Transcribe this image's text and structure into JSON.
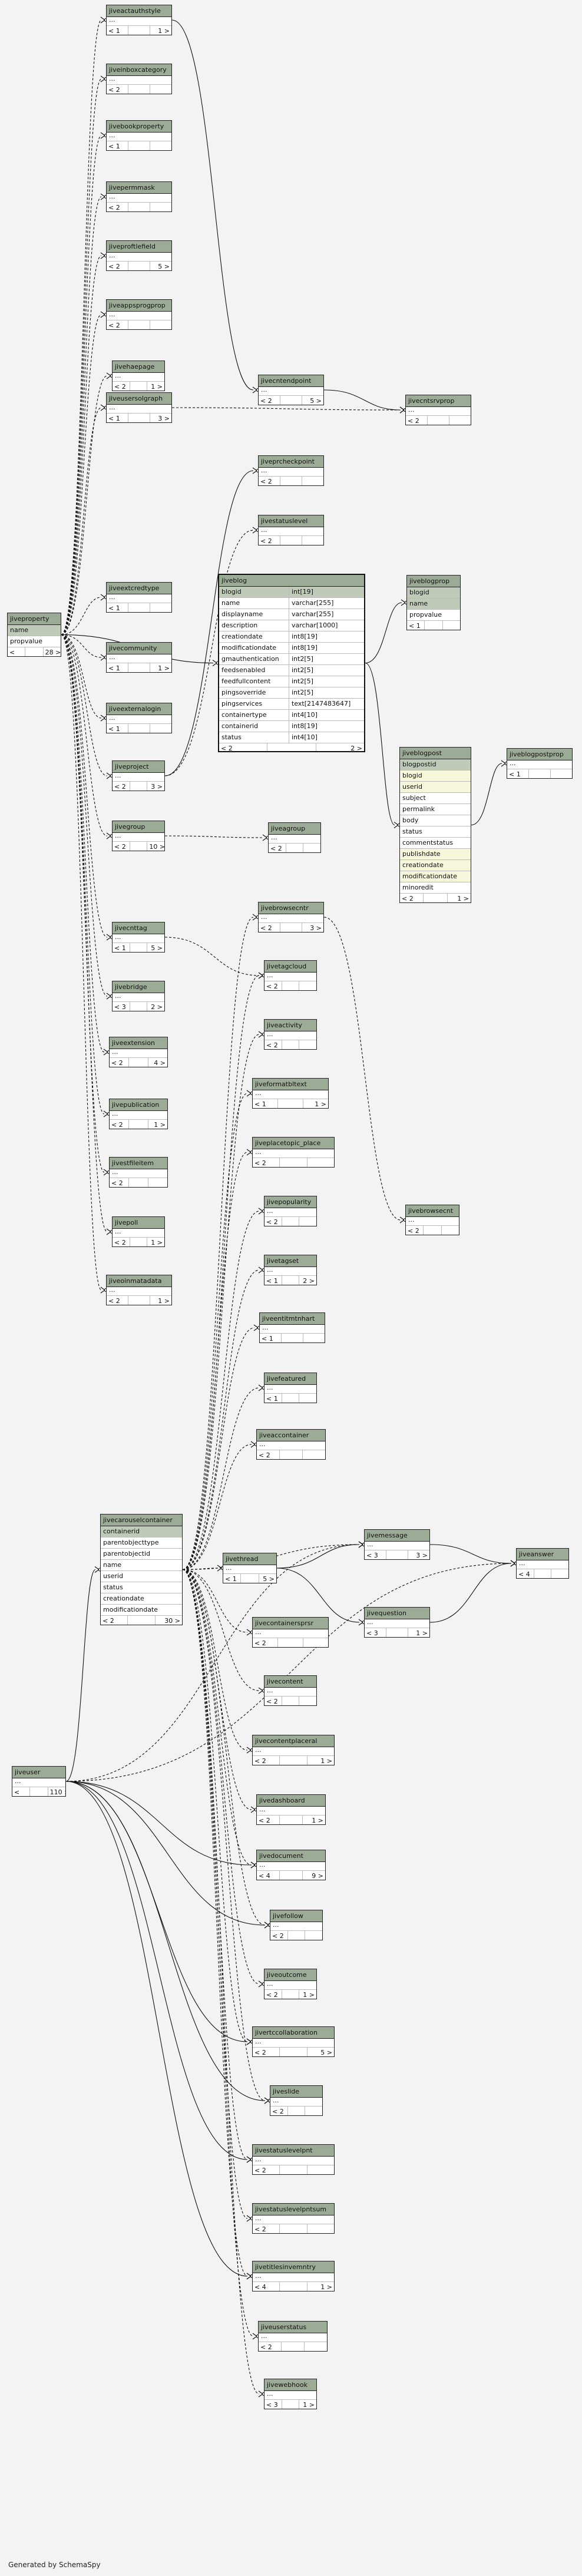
{
  "footer": "Generated by SchemaSpy",
  "tables": {
    "jiveproperty": {
      "name": "jiveproperty",
      "columns": [
        "name",
        "propvalue"
      ],
      "pk": [
        0
      ],
      "fk": [],
      "footer": [
        "< ",
        "",
        "28 >"
      ]
    },
    "jiveuser": {
      "name": "jiveuser",
      "columns": [],
      "pk": [],
      "fk": [],
      "footer": [
        "< ",
        "",
        "110 >"
      ]
    },
    "jiveblog": {
      "name": "jiveblog",
      "columns": [
        "blogid",
        "name",
        "displayname",
        "description",
        "creationdate",
        "modificationdate",
        "gmauthentication",
        "feedsenabled",
        "feedfullcontent",
        "pingsoverride",
        "pingservices",
        "containertype",
        "containerid",
        "status"
      ],
      "types": [
        "int[19]",
        "varchar[255]",
        "varchar[255]",
        "varchar[1000]",
        "int8[19]",
        "int8[19]",
        "int2[5]",
        "int2[5]",
        "int2[5]",
        "int2[5]",
        "text[2147483647]",
        "int4[10]",
        "int8[19]",
        "int4[10]"
      ],
      "pk": [
        0
      ],
      "fk": [],
      "footer": [
        "< 2",
        "",
        "2 >"
      ]
    },
    "jiveblogprop": {
      "name": "jiveblogprop",
      "columns": [
        "blogid",
        "name",
        "propvalue"
      ],
      "pk": [
        0,
        1
      ],
      "fk": [],
      "footer": [
        "< 1",
        "",
        ""
      ]
    },
    "jiveblogpost": {
      "name": "jiveblogpost",
      "columns": [
        "blogpostid",
        "blogid",
        "userid",
        "subject",
        "permalink",
        "body",
        "status",
        "commentstatus",
        "publishdate",
        "creationdate",
        "modificationdate",
        "minoredit"
      ],
      "pk": [
        0
      ],
      "fk": [
        1,
        2,
        8,
        9,
        10
      ],
      "footer": [
        "< 2",
        "",
        "1 >"
      ]
    },
    "jiveblogpostprop": {
      "name": "jiveblogpostprop",
      "columns": [],
      "pk": [],
      "fk": [],
      "footer": [
        "< 1",
        "",
        ""
      ]
    },
    "jivecarouselcontainer": {
      "name": "jivecarouselcontainer",
      "columns": [
        "containerid",
        "parentobjecttype",
        "parentobjectid",
        "name",
        "userid",
        "status",
        "creationdate",
        "modificationdate"
      ],
      "pk": [
        0
      ],
      "fk": [],
      "footer": [
        "< 2",
        "",
        "30 >"
      ]
    },
    "jiveactauthstyle": {
      "name": "jiveactauthstyle",
      "columns": [],
      "footer": [
        "< 1",
        "",
        "1 >"
      ]
    },
    "jiveinboxcategory": {
      "name": "jiveinboxcategory",
      "columns": [],
      "footer": [
        "< 2",
        "",
        ""
      ]
    },
    "jivebookproperty": {
      "name": "jivebookproperty",
      "columns": [],
      "footer": [
        "< 1",
        "",
        ""
      ]
    },
    "jivepermmask": {
      "name": "jivepermmask",
      "columns": [],
      "footer": [
        "< 2",
        "",
        ""
      ]
    },
    "jiveproftlefield": {
      "name": "jiveproftlefield",
      "columns": [],
      "footer": [
        "< 2",
        "",
        "5 >"
      ]
    },
    "jiveappsprogprop": {
      "name": "jiveappsprogprop",
      "columns": [],
      "footer": [
        "< 2",
        "",
        ""
      ]
    },
    "jivehaepage": {
      "name": "jivehaepage",
      "columns": [],
      "footer": [
        "< 2",
        "",
        "1 >"
      ]
    },
    "jiveusersolgraph": {
      "name": "jiveusersolgraph",
      "columns": [],
      "footer": [
        "< 1",
        "",
        "3 >"
      ]
    },
    "jiveextcredtype": {
      "name": "jiveextcredtype",
      "columns": [],
      "footer": [
        "< 1",
        "",
        ""
      ]
    },
    "jivecommunity": {
      "name": "jivecommunity",
      "columns": [],
      "footer": [
        "< 1",
        "",
        "1 >"
      ]
    },
    "jiveexternalogin": {
      "name": "jiveexternalogin",
      "columns": [],
      "footer": [
        "< 1",
        "",
        ""
      ]
    },
    "jiveproject": {
      "name": "jiveproject",
      "columns": [],
      "footer": [
        "< 2",
        "",
        "3 >"
      ]
    },
    "jivegroup": {
      "name": "jivegroup",
      "columns": [],
      "footer": [
        "< 2",
        "",
        "10 >"
      ]
    },
    "jivecnttag": {
      "name": "jivecnttag",
      "columns": [],
      "footer": [
        "< 1",
        "",
        "5 >"
      ]
    },
    "jivebridge": {
      "name": "jivebridge",
      "columns": [],
      "footer": [
        "< 3",
        "",
        "2 >"
      ]
    },
    "jiveextension": {
      "name": "jiveextension",
      "columns": [],
      "footer": [
        "< 2",
        "",
        "4 >"
      ]
    },
    "jivepublication": {
      "name": "jivepublication",
      "columns": [],
      "footer": [
        "< 2",
        "",
        "1 >"
      ]
    },
    "jivestfileitem": {
      "name": "jivestfileitem",
      "columns": [],
      "footer": [
        "< 2",
        "",
        ""
      ]
    },
    "jivepoll": {
      "name": "jivepoll",
      "columns": [],
      "footer": [
        "< 2",
        "",
        "1 >"
      ]
    },
    "jiveoinmatadata": {
      "name": "jiveoinmatadata",
      "columns": [],
      "footer": [
        "< 2",
        "",
        "1 >"
      ]
    },
    "jivecntendpoint": {
      "name": "jivecntendpoint",
      "columns": [],
      "footer": [
        "< 2",
        "",
        "5 >"
      ]
    },
    "jivecntsrvprop": {
      "name": "jivecntsrvprop",
      "columns": [],
      "footer": [
        "< 2",
        "",
        ""
      ]
    },
    "jiveprcheckpoint": {
      "name": "jiveprcheckpoint",
      "columns": [],
      "footer": [
        "< 2",
        "",
        ""
      ]
    },
    "jivestatuslevel": {
      "name": "jivestatuslevel",
      "columns": [],
      "footer": [
        "< 2",
        "",
        ""
      ]
    },
    "jiveagroup": {
      "name": "jiveagroup",
      "columns": [],
      "footer": [
        "< 2",
        "",
        ""
      ]
    },
    "jivebrowsecntr": {
      "name": "jivebrowsecntr",
      "columns": [],
      "footer": [
        "< 2",
        "",
        "3 >"
      ]
    },
    "jivetagcloud": {
      "name": "jivetagcloud",
      "columns": [],
      "footer": [
        "< 2",
        "",
        ""
      ]
    },
    "jiveactivity": {
      "name": "jiveactivity",
      "columns": [],
      "footer": [
        "< 2",
        "",
        ""
      ]
    },
    "jiveformatbltext": {
      "name": "jiveformatbltext",
      "columns": [],
      "footer": [
        "< 1",
        "",
        "1 >"
      ]
    },
    "jiveplacetopic_place": {
      "name": "jiveplacetopic_place",
      "columns": [],
      "footer": [
        "< 2",
        "",
        ""
      ]
    },
    "jivepopularity": {
      "name": "jivepopularity",
      "columns": [],
      "footer": [
        "< 2",
        "",
        ""
      ]
    },
    "jivebrowsecnt": {
      "name": "jivebrowsecnt",
      "columns": [],
      "footer": [
        "< 2",
        "",
        ""
      ]
    },
    "jivetagset": {
      "name": "jivetagset",
      "columns": [],
      "footer": [
        "< 1",
        "",
        "2 >"
      ]
    },
    "jiveentitmtnhart": {
      "name": "jiveentitmtnhart",
      "columns": [],
      "footer": [
        "< 1",
        "",
        ""
      ]
    },
    "jivefeatured": {
      "name": "jivefeatured",
      "columns": [],
      "footer": [
        "< 1",
        "",
        ""
      ]
    },
    "jiveaccontainer": {
      "name": "jiveaccontainer",
      "columns": [],
      "footer": [
        "< 2",
        "",
        ""
      ]
    },
    "jivethread": {
      "name": "jivethread",
      "columns": [],
      "footer": [
        "< 1",
        "",
        "5 >"
      ]
    },
    "jivemessage": {
      "name": "jivemessage",
      "columns": [],
      "footer": [
        "< 3",
        "",
        "3 >"
      ]
    },
    "jiveanswer": {
      "name": "jiveanswer",
      "columns": [],
      "footer": [
        "< 4",
        "",
        ""
      ]
    },
    "jivequestion": {
      "name": "jivequestion",
      "columns": [],
      "footer": [
        "< 3",
        "",
        "1 >"
      ]
    },
    "jivecontainersprsr": {
      "name": "jivecontainersprsr",
      "columns": [],
      "footer": [
        "< 2",
        "",
        ""
      ]
    },
    "jivecontent": {
      "name": "jivecontent",
      "columns": [],
      "footer": [
        "< 2",
        "",
        ""
      ]
    },
    "jivecontentplaceral": {
      "name": "jivecontentplaceral",
      "columns": [],
      "footer": [
        "< 2",
        "",
        "1 >"
      ]
    },
    "jivedashboard": {
      "name": "jivedashboard",
      "columns": [],
      "footer": [
        "< 2",
        "",
        "1 >"
      ]
    },
    "jivedocument": {
      "name": "jivedocument",
      "columns": [],
      "footer": [
        "< 4",
        "",
        "9 >"
      ]
    },
    "jivefollow": {
      "name": "jivefollow",
      "columns": [],
      "footer": [
        "< 2",
        "",
        ""
      ]
    },
    "jiveoutcome": {
      "name": "jiveoutcome",
      "columns": [],
      "footer": [
        "< 2",
        "",
        "1 >"
      ]
    },
    "jivertccollaboration": {
      "name": "jivertccollaboration",
      "columns": [],
      "footer": [
        "< 2",
        "",
        "5 >"
      ]
    },
    "jiveslide": {
      "name": "jiveslide",
      "columns": [],
      "footer": [
        "< 2",
        "",
        ""
      ]
    },
    "jivestatuslevelpnt": {
      "name": "jivestatuslevelpnt",
      "columns": [],
      "footer": [
        "< 2",
        "",
        ""
      ]
    },
    "jivestatuslevelpntsum": {
      "name": "jivestatuslevelpntsum",
      "columns": [],
      "footer": [
        "< 2",
        "",
        ""
      ]
    },
    "jivetitlesinvemntry": {
      "name": "jivetitlesinvemntry",
      "columns": [],
      "footer": [
        "< 4",
        "",
        "1 >"
      ]
    },
    "jiveuserstatus": {
      "name": "jiveuserstatus",
      "columns": [],
      "footer": [
        "< 2",
        "",
        ""
      ]
    },
    "jivewebhook": {
      "name": "jivewebhook",
      "columns": [],
      "footer": [
        "< 3",
        "",
        "1 >"
      ]
    }
  }
}
